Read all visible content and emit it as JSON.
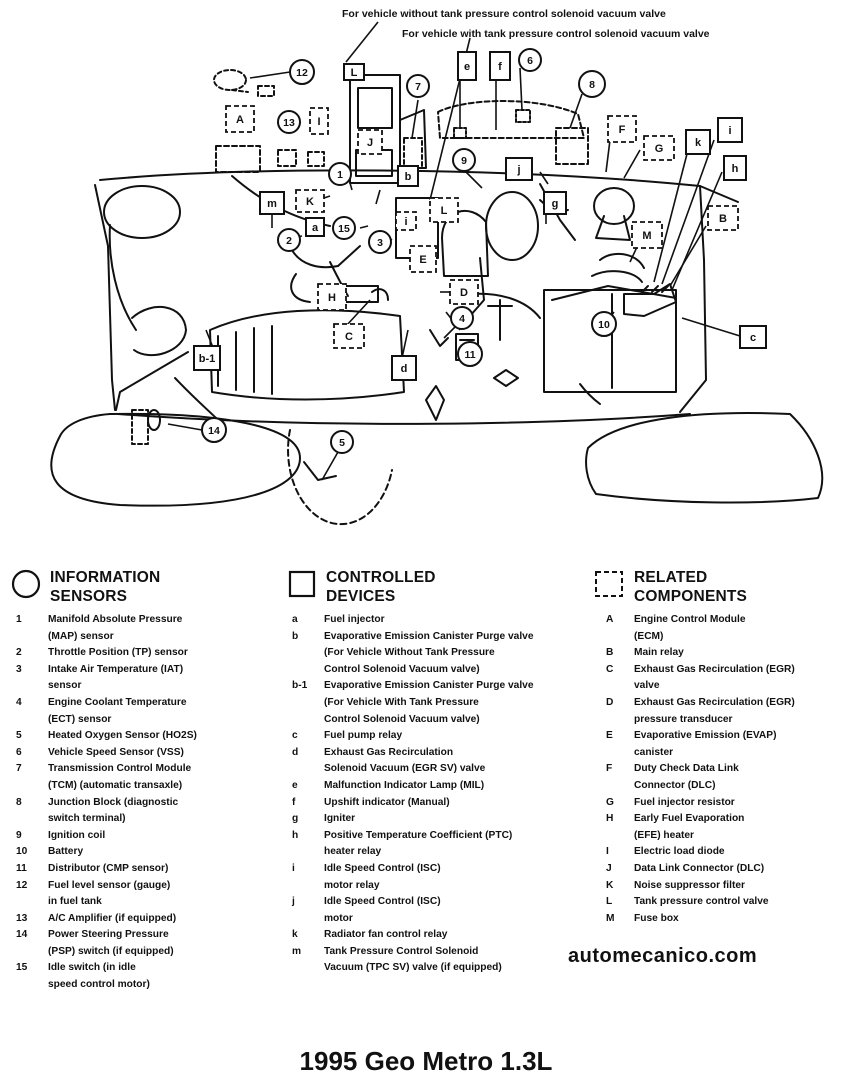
{
  "header": {
    "callout_without": "For vehicle without tank pressure control solenoid vacuum valve",
    "callout_with": "For vehicle with tank pressure control solenoid vacuum valve"
  },
  "markers": {
    "sensors": [
      "1",
      "2",
      "3",
      "4",
      "5",
      "6",
      "7",
      "8",
      "9",
      "10",
      "11",
      "12",
      "13",
      "14",
      "15"
    ],
    "devices": [
      "a",
      "b",
      "b-1",
      "c",
      "d",
      "e",
      "f",
      "g",
      "h",
      "i",
      "j",
      "k",
      "m",
      "L"
    ],
    "related": [
      "A",
      "B",
      "C",
      "D",
      "E",
      "F",
      "G",
      "H",
      "I",
      "J",
      "K",
      "L",
      "M",
      "i"
    ]
  },
  "legend": {
    "sensors": {
      "title_line1": "INFORMATION",
      "title_line2": "SENSORS",
      "items": [
        {
          "key": "1",
          "text": "Manifold Absolute Pressure\n(MAP) sensor"
        },
        {
          "key": "2",
          "text": "Throttle Position (TP) sensor"
        },
        {
          "key": "3",
          "text": "Intake Air Temperature (IAT)\nsensor"
        },
        {
          "key": "4",
          "text": "Engine Coolant Temperature\n(ECT) sensor"
        },
        {
          "key": "5",
          "text": "Heated Oxygen Sensor (HO2S)"
        },
        {
          "key": "6",
          "text": "Vehicle Speed Sensor (VSS)"
        },
        {
          "key": "7",
          "text": "Transmission Control Module\n(TCM) (automatic transaxle)"
        },
        {
          "key": "8",
          "text": "Junction Block (diagnostic\nswitch terminal)"
        },
        {
          "key": "9",
          "text": "Ignition coil"
        },
        {
          "key": "10",
          "text": "Battery"
        },
        {
          "key": "11",
          "text": "Distributor (CMP sensor)"
        },
        {
          "key": "12",
          "text": "Fuel level sensor (gauge)\nin fuel tank"
        },
        {
          "key": "13",
          "text": "A/C Amplifier (if equipped)"
        },
        {
          "key": "14",
          "text": "Power Steering Pressure\n(PSP) switch (if equipped)"
        },
        {
          "key": "15",
          "text": "Idle switch (in idle\nspeed control motor)"
        }
      ]
    },
    "devices": {
      "title_line1": "CONTROLLED",
      "title_line2": "DEVICES",
      "items": [
        {
          "key": "a",
          "text": "Fuel injector"
        },
        {
          "key": "b",
          "text": "Evaporative Emission Canister Purge valve\n(For Vehicle Without Tank Pressure\nControl Solenoid Vacuum valve)"
        },
        {
          "key": "b-1",
          "text": "Evaporative Emission Canister Purge valve\n(For Vehicle With Tank Pressure\nControl Solenoid Vacuum valve)"
        },
        {
          "key": "c",
          "text": "Fuel pump relay"
        },
        {
          "key": "d",
          "text": "Exhaust Gas Recirculation\nSolenoid Vacuum (EGR SV) valve"
        },
        {
          "key": "e",
          "text": "Malfunction Indicator Lamp (MIL)"
        },
        {
          "key": "f",
          "text": "Upshift indicator (Manual)"
        },
        {
          "key": "g",
          "text": "Igniter"
        },
        {
          "key": "h",
          "text": "Positive Temperature Coefficient (PTC)\nheater relay"
        },
        {
          "key": "i",
          "text": "Idle Speed Control (ISC)\nmotor relay"
        },
        {
          "key": "j",
          "text": "Idle Speed Control (ISC)\nmotor"
        },
        {
          "key": "k",
          "text": "Radiator fan control relay"
        },
        {
          "key": "m",
          "text": "Tank Pressure Control Solenoid\nVacuum (TPC SV) valve (if equipped)"
        }
      ]
    },
    "related": {
      "title_line1": "RELATED",
      "title_line2": "COMPONENTS",
      "items": [
        {
          "key": "A",
          "text": "Engine Control Module\n(ECM)"
        },
        {
          "key": "B",
          "text": "Main relay"
        },
        {
          "key": "C",
          "text": "Exhaust Gas Recirculation (EGR)\nvalve"
        },
        {
          "key": "D",
          "text": "Exhaust Gas Recirculation (EGR)\npressure transducer"
        },
        {
          "key": "E",
          "text": "Evaporative Emission (EVAP)\ncanister"
        },
        {
          "key": "F",
          "text": "Duty Check Data Link\nConnector (DLC)"
        },
        {
          "key": "G",
          "text": "Fuel injector resistor"
        },
        {
          "key": "H",
          "text": "Early Fuel Evaporation\n(EFE) heater"
        },
        {
          "key": "I",
          "text": "Electric load diode"
        },
        {
          "key": "J",
          "text": "Data Link Connector (DLC)"
        },
        {
          "key": "K",
          "text": "Noise suppressor filter"
        },
        {
          "key": "L",
          "text": "Tank pressure control valve"
        },
        {
          "key": "M",
          "text": "Fuse box"
        }
      ]
    }
  },
  "watermark": "automecanico.com",
  "caption": "1995 Geo Metro 1.3L"
}
